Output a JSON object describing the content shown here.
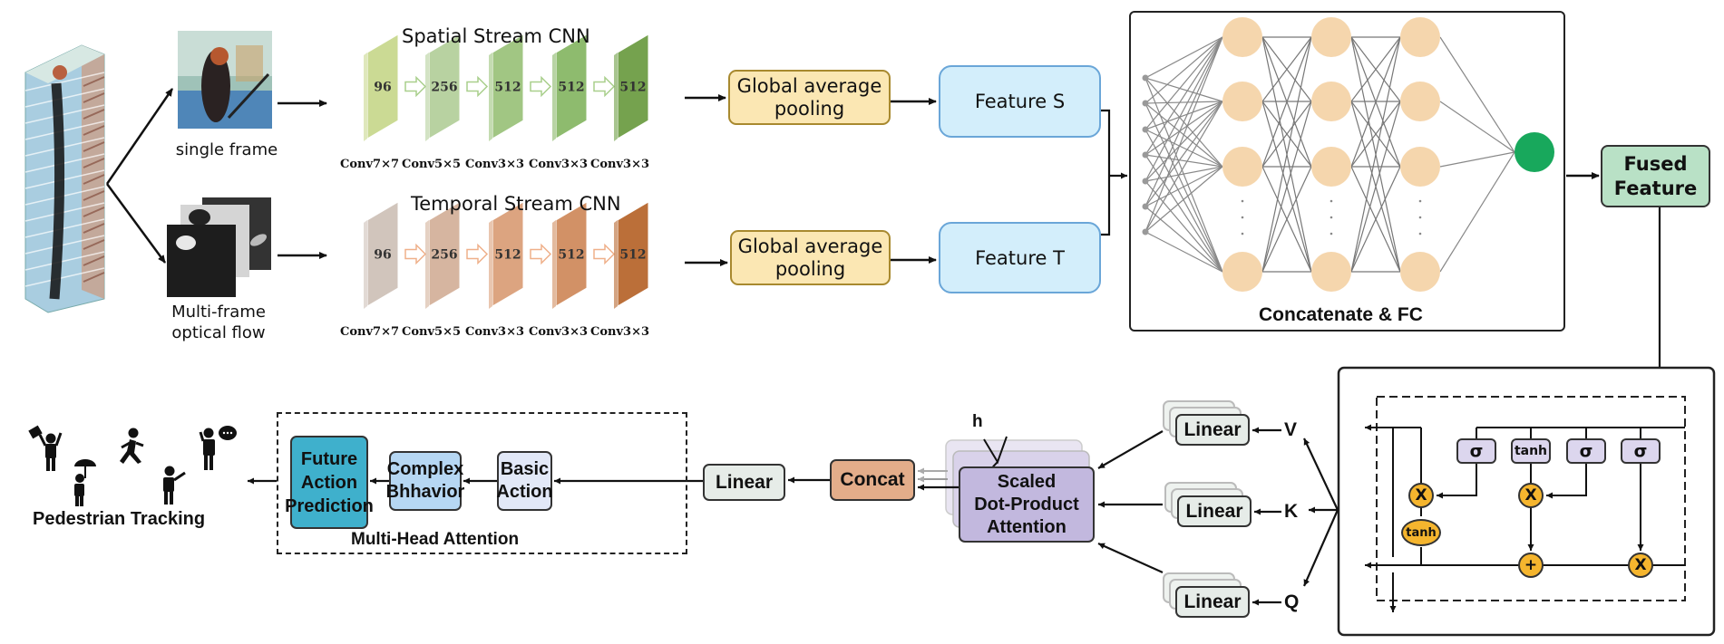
{
  "inputs": {
    "single_frame_label": "single frame",
    "optical_flow_label_line1": "Multi-frame",
    "optical_flow_label_line2": "optical flow"
  },
  "spatial_stream": {
    "title": "Spatial Stream CNN",
    "border_color": "#6fb24a",
    "fill_color": "#f2f8ec",
    "layers": [
      {
        "channels": "96",
        "kernel": "Conv7×7",
        "color": "#c9d98f"
      },
      {
        "channels": "256",
        "kernel": "Conv5×5",
        "color": "#b5d09d"
      },
      {
        "channels": "512",
        "kernel": "Conv3×3",
        "color": "#9cc47d"
      },
      {
        "channels": "512",
        "kernel": "Conv3×3",
        "color": "#88b867"
      },
      {
        "channels": "512",
        "kernel": "Conv3×3",
        "color": "#6e9e45"
      }
    ]
  },
  "temporal_stream": {
    "title": "Temporal Stream CNN",
    "border_color": "#f0a57a",
    "fill_color": "#fdf2ec",
    "layers": [
      {
        "channels": "96",
        "kernel": "Conv7×7",
        "color": "#cfc2b9"
      },
      {
        "channels": "256",
        "kernel": "Conv5×5",
        "color": "#d4b29b"
      },
      {
        "channels": "512",
        "kernel": "Conv3×3",
        "color": "#dba07a"
      },
      {
        "channels": "512",
        "kernel": "Conv3×3",
        "color": "#d08c5e"
      },
      {
        "channels": "512",
        "kernel": "Conv3×3",
        "color": "#b8682f"
      }
    ]
  },
  "pooling": {
    "spatial_line1": "Global average",
    "spatial_line2": "pooling",
    "temporal_line1": "Global average",
    "temporal_line2": "pooling"
  },
  "features": {
    "spatial": "Feature S",
    "temporal": "Feature T"
  },
  "fusion": {
    "title": "Concatenate & FC",
    "hidden_node_color": "#f5d6ad",
    "output_node_color": "#18a85c",
    "fused_line1": "Fused",
    "fused_line2": "Feature"
  },
  "lstm": {
    "gates": [
      "σ",
      "tanh",
      "σ",
      "σ"
    ],
    "ops": {
      "multiply": "X",
      "add": "+",
      "cell_tanh": "tanh"
    },
    "gate_color": "#dcd6ee",
    "op_color": "#f5b52e"
  },
  "attention": {
    "inputs": [
      {
        "label": "V",
        "linear": "Linear"
      },
      {
        "label": "K",
        "linear": "Linear"
      },
      {
        "label": "Q",
        "linear": "Linear"
      }
    ],
    "heads_label": "h",
    "sdpa_line1": "Scaled",
    "sdpa_line2": "Dot-Product",
    "sdpa_line3": "Attention",
    "concat": "Concat",
    "output_linear": "Linear",
    "mha_title": "Multi-Head Attention",
    "basic_line1": "Basic",
    "basic_line2": "Action",
    "complex_line1": "Complex",
    "complex_line2": "Bhhavior",
    "future_line1": "Future",
    "future_line2": "Action",
    "future_line3": "Prediction"
  },
  "output": {
    "title": "Pedestrian Tracking"
  }
}
